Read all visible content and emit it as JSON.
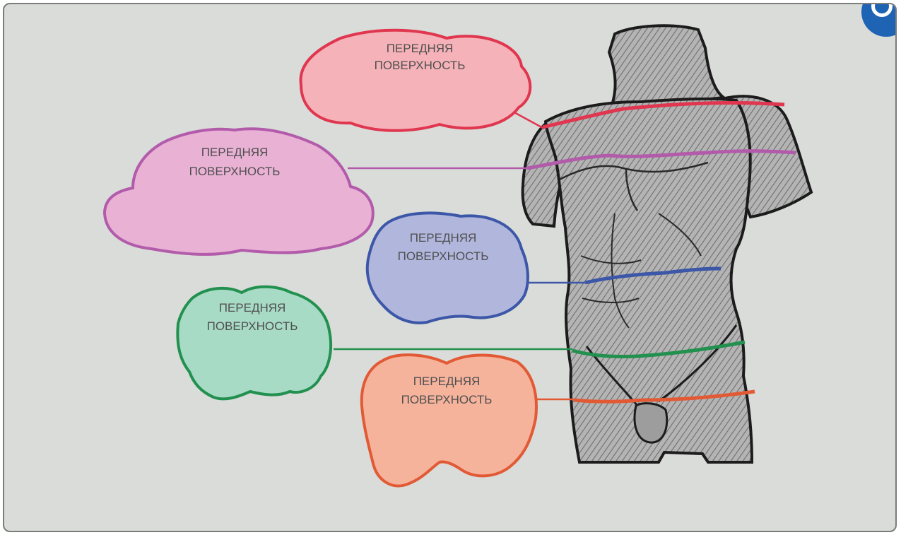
{
  "callouts": [
    {
      "id": "chest-upper",
      "line1": "ПЕРЕДНЯЯ",
      "line2": "ПОВЕРХНОСТЬ",
      "stroke": "#e0364f",
      "fill": "#f5b3b9"
    },
    {
      "id": "chest-lower",
      "line1": "ПЕРЕДНЯЯ",
      "line2": "ПОВЕРХНОСТЬ",
      "stroke": "#b35bab",
      "fill": "#e9b2d5"
    },
    {
      "id": "waist",
      "line1": "ПЕРЕДНЯЯ",
      "line2": "ПОВЕРХНОСТЬ",
      "stroke": "#3d57a8",
      "fill": "#b1b6dd"
    },
    {
      "id": "hips",
      "line1": "ПЕРЕДНЯЯ",
      "line2": "ПОВЕРХНОСТЬ",
      "stroke": "#22904e",
      "fill": "#a8dbc6"
    },
    {
      "id": "pelvis",
      "line1": "ПЕРЕДНЯЯ",
      "line2": "ПОВЕРХНОСТЬ",
      "stroke": "#e25a35",
      "fill": "#f5b39c"
    }
  ],
  "figure": {
    "subject": "torso-sketch",
    "body_fill": "#b4b4b4",
    "outline": "#1c1c1c"
  },
  "badge": {
    "icon": "circle-icon",
    "color": "#1f63b5"
  }
}
